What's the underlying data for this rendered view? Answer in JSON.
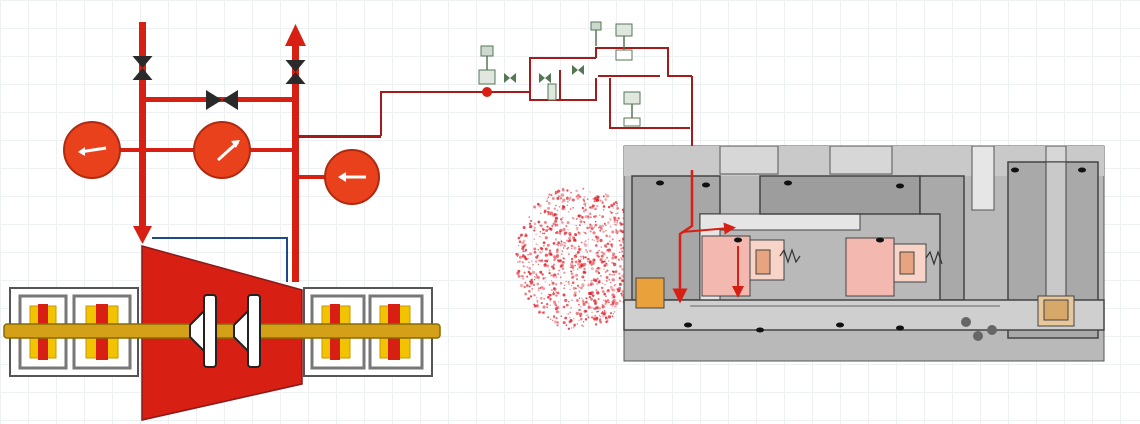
{
  "diagram": {
    "title": "",
    "colors": {
      "process": "#d81f13",
      "process_dark": "#8a1a1a",
      "pipe_thin": "#a31b1b",
      "shaft": "#d4a017",
      "seal_gray": "#9a9a9a",
      "seal_dark": "#555555",
      "gauge_fill": "#e8411c",
      "leak": "#e0202a",
      "balance_line": "#1f4a8a"
    },
    "components": {
      "valves": [
        {
          "name": "suction-valve",
          "icon": "gate-valve-icon"
        },
        {
          "name": "discharge-valve",
          "icon": "gate-valve-icon"
        },
        {
          "name": "bypass-valve",
          "icon": "gate-valve-icon"
        }
      ],
      "gauges": [
        {
          "name": "suction-pressure-gauge",
          "icon": "pressure-gauge-icon"
        },
        {
          "name": "differential-pressure-gauge",
          "icon": "pressure-gauge-icon"
        },
        {
          "name": "discharge-pressure-gauge",
          "icon": "pressure-gauge-icon"
        }
      ],
      "machine": {
        "name": "compressor-casing",
        "icon": "compressor-icon"
      },
      "seal_panel": {
        "name": "seal-gas-control-panel",
        "icon": "valve-panel-icon"
      },
      "seal_cross_section": {
        "name": "dry-gas-seal-cross-section",
        "icon": "seal-section-icon"
      }
    }
  }
}
